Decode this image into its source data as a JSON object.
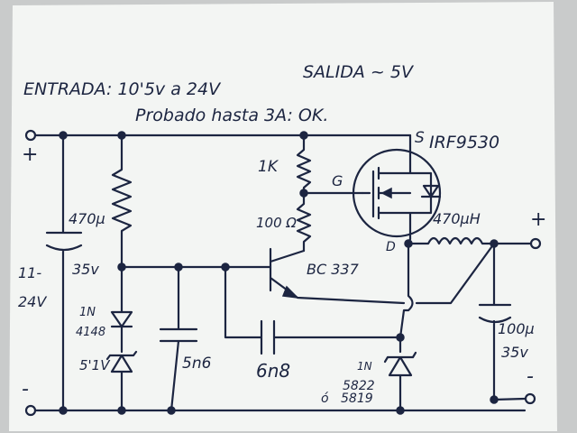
{
  "title": {
    "line1_in": "ENTRADA: 10'5v a 24V",
    "line1_out": "SALIDA ~ 5V",
    "line2": "Probado hasta 3A: OK."
  },
  "components": {
    "transistor_name": "IRF9530",
    "mosfet_s": "S",
    "mosfet_g": "G",
    "mosfet_d": "D",
    "r_1k": "1K",
    "r_100": "100 Ω",
    "bjt": "BC 337",
    "inductor": "470μH",
    "cap_in": "470μ",
    "cap_in_v": "35v",
    "cap_out": "100μ",
    "cap_out_v": "35v",
    "diode1_a": "1N",
    "diode1_b": "4148",
    "zener": "5'1V",
    "cap_5n6": "5n6",
    "cap_6n8": "6n8",
    "schottky_a": "1N",
    "schottky_b": "5822",
    "schottky_c": "5819",
    "schottky_or": "ó"
  },
  "io": {
    "in_plus": "+",
    "in_minus": "-",
    "in_range_a": "11-",
    "in_range_b": "24V",
    "out_plus": "+",
    "out_minus": "-"
  }
}
